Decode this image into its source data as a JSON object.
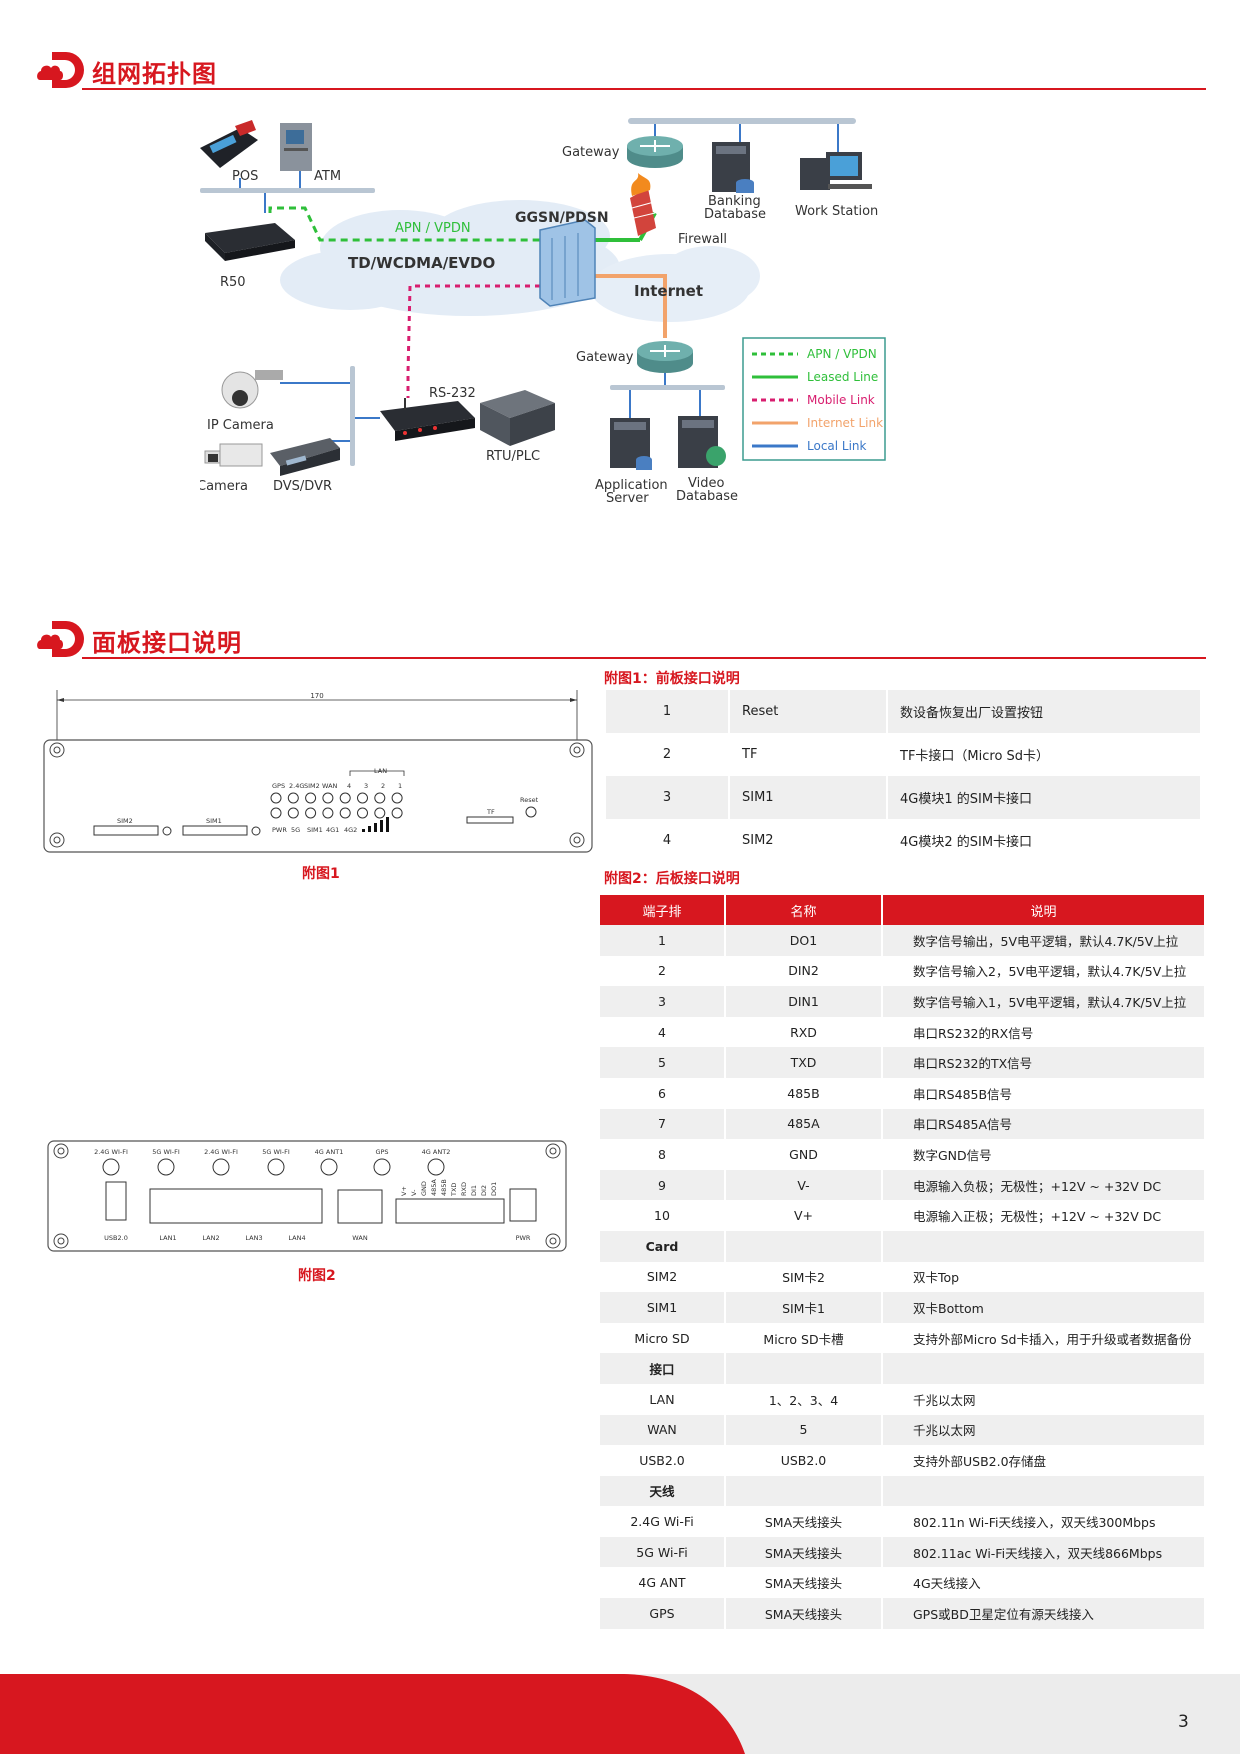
{
  "section1": {
    "title": "组网拓扑图"
  },
  "section2": {
    "title": "面板接口说明"
  },
  "topology": {
    "labels": {
      "pos": "POS",
      "atm": "ATM",
      "r50": "R50",
      "gateway_top": "Gateway",
      "banking_db": "Banking Database",
      "banking_db_1": "Banking",
      "banking_db_2": "Database",
      "work_station": "Work Station",
      "ggsn": "GGSN/PDSN",
      "firewall": "Firewall",
      "apn_vpdn": "APN / VPDN",
      "td_cloud": "TD/WCDMA/EVDO",
      "internet": "Internet",
      "gateway_bottom": "Gateway",
      "ip_camera": "IP Camera",
      "camera": "Camera",
      "dvs_dvr": "DVS/DVR",
      "rs232": "RS-232",
      "rtu_plc": "RTU/PLC",
      "app_server_1": "Application",
      "app_server_2": "Server",
      "video_db_1": "Video",
      "video_db_2": "Database"
    },
    "legend": [
      {
        "label": "APN / VPDN",
        "color": "#2fbf3a",
        "style": "dashed"
      },
      {
        "label": "Leased Line",
        "color": "#2fbf3a",
        "style": "solid"
      },
      {
        "label": "Mobile Link",
        "color": "#d81e6f",
        "style": "dashed"
      },
      {
        "label": "Internet Link",
        "color": "#f2a36b",
        "style": "solid"
      },
      {
        "label": "Local Link",
        "color": "#3b78c8",
        "style": "solid"
      }
    ]
  },
  "front_panel": {
    "caption": "附图1",
    "dimension": "170",
    "labels": {
      "lan": "LAN",
      "gps": "GPS",
      "g24": "2.4G",
      "sim2_led": "SIM2",
      "wan": "WAN",
      "n4": "4",
      "n3": "3",
      "n2": "2",
      "n1": "1",
      "pwr": "PWR",
      "g5": "5G",
      "sim1_led": "SIM1",
      "g4_1": "4G1",
      "g4_2": "4G2",
      "reset": "Reset",
      "tf": "TF",
      "sim2_slot": "SIM2",
      "sim1_slot": "SIM1"
    }
  },
  "rear_panel": {
    "caption": "附图2",
    "antennas": [
      "2.4G WI-FI",
      "5G WI-FI",
      "2.4G WI-FI",
      "5G WI-FI",
      "4G ANT1",
      "GPS",
      "4G ANT2"
    ],
    "terminals": [
      "V+",
      "V-",
      "GND",
      "485A",
      "485B",
      "TXD",
      "RXD",
      "DI1",
      "DI2",
      "DO1"
    ],
    "ports": {
      "usb": "USB2.0",
      "lan1": "LAN1",
      "lan2": "LAN2",
      "lan3": "LAN3",
      "lan4": "LAN4",
      "wan": "WAN",
      "pwr": "PWR"
    }
  },
  "table1": {
    "title": "附图1：前板接口说明",
    "rows": [
      {
        "no": "1",
        "name": "Reset",
        "desc": "数设备恢复出厂设置按钮"
      },
      {
        "no": "2",
        "name": "TF",
        "desc": "TF卡接口（Micro Sd卡）"
      },
      {
        "no": "3",
        "name": "SIM1",
        "desc": "4G模块1 的SIM卡接口"
      },
      {
        "no": "4",
        "name": "SIM2",
        "desc": "4G模块2 的SIM卡接口"
      }
    ]
  },
  "table2": {
    "title": "附图2：后板接口说明",
    "headers": {
      "col1": "端子排",
      "col2": "名称",
      "col3": "说明"
    },
    "rows": [
      {
        "c1": "1",
        "c2": "DO1",
        "c3": "数字信号输出，5V电平逻辑，默认4.7K/5V上拉"
      },
      {
        "c1": "2",
        "c2": "DIN2",
        "c3": "数字信号输入2，5V电平逻辑，默认4.7K/5V上拉"
      },
      {
        "c1": "3",
        "c2": "DIN1",
        "c3": "数字信号输入1，5V电平逻辑，默认4.7K/5V上拉"
      },
      {
        "c1": "4",
        "c2": "RXD",
        "c3": "串口RS232的RX信号"
      },
      {
        "c1": "5",
        "c2": "TXD",
        "c3": "串口RS232的TX信号"
      },
      {
        "c1": "6",
        "c2": "485B",
        "c3": "串口RS485B信号"
      },
      {
        "c1": "7",
        "c2": "485A",
        "c3": "串口RS485A信号"
      },
      {
        "c1": "8",
        "c2": "GND",
        "c3": "数字GND信号"
      },
      {
        "c1": "9",
        "c2": "V-",
        "c3": "电源输入负极；无极性；+12V ~ +32V DC"
      },
      {
        "c1": "10",
        "c2": "V+",
        "c3": "电源输入正极；无极性；+12V ~ +32V DC"
      },
      {
        "c1": "Card",
        "c2": "",
        "c3": ""
      },
      {
        "c1": "SIM2",
        "c2": "SIM卡2",
        "c3": "双卡Top"
      },
      {
        "c1": "SIM1",
        "c2": "SIM卡1",
        "c3": "双卡Bottom"
      },
      {
        "c1": "Micro SD",
        "c2": "Micro SD卡槽",
        "c3": "支持外部Micro Sd卡插入，用于升级或者数据备份"
      },
      {
        "c1": "接口",
        "c2": "",
        "c3": ""
      },
      {
        "c1": "LAN",
        "c2": "1、2、3、4",
        "c3": "千兆以太网"
      },
      {
        "c1": "WAN",
        "c2": "5",
        "c3": "千兆以太网"
      },
      {
        "c1": "USB2.0",
        "c2": "USB2.0",
        "c3": "支持外部USB2.0存储盘"
      },
      {
        "c1": "天线",
        "c2": "",
        "c3": ""
      },
      {
        "c1": "2.4G Wi-Fi",
        "c2": "SMA天线接头",
        "c3": "802.11n Wi-Fi天线接入，双天线300Mbps"
      },
      {
        "c1": "5G Wi-Fi",
        "c2": "SMA天线接头",
        "c3": "802.11ac Wi-Fi天线接入，双天线866Mbps"
      },
      {
        "c1": "4G ANT",
        "c2": "SMA天线接头",
        "c3": "4G天线接入"
      },
      {
        "c1": "GPS",
        "c2": "SMA天线接头",
        "c3": "GPS或BD卫星定位有源天线接入"
      }
    ]
  },
  "page": {
    "number": "3"
  },
  "colors": {
    "brand_red": "#d7171f",
    "row_gray": "#efefef"
  }
}
